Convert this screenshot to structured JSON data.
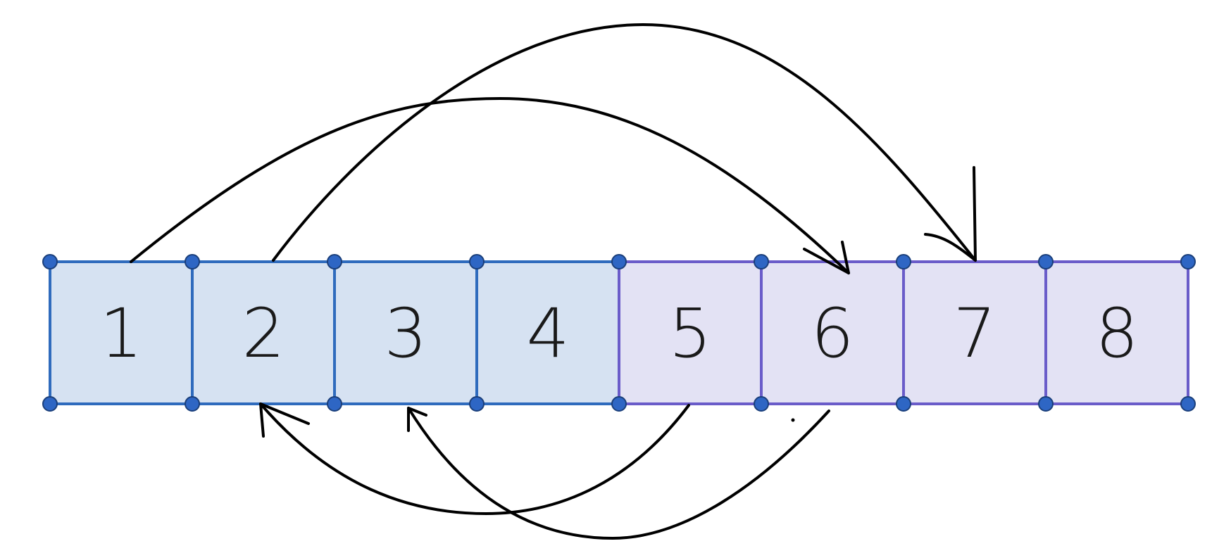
{
  "colors": {
    "first_half_fill": "#d6e2f2",
    "first_half_stroke": "#2f6bbd",
    "second_half_fill": "#e3e2f4",
    "second_half_stroke": "#6a5cc9",
    "node_fill": "#2e66c4",
    "arrow": "#000000"
  },
  "cells": [
    {
      "label": "1",
      "group": "first"
    },
    {
      "label": "2",
      "group": "first"
    },
    {
      "label": "3",
      "group": "first"
    },
    {
      "label": "4",
      "group": "first"
    },
    {
      "label": "5",
      "group": "second"
    },
    {
      "label": "6",
      "group": "second"
    },
    {
      "label": "7",
      "group": "second"
    },
    {
      "label": "8",
      "group": "second"
    }
  ],
  "arrows": [
    {
      "from": "1",
      "to": "6",
      "side": "top"
    },
    {
      "from": "2",
      "to": "7",
      "side": "top"
    },
    {
      "from": "5",
      "to": "2",
      "side": "bottom"
    },
    {
      "from": "6",
      "to": "3",
      "side": "bottom"
    }
  ]
}
